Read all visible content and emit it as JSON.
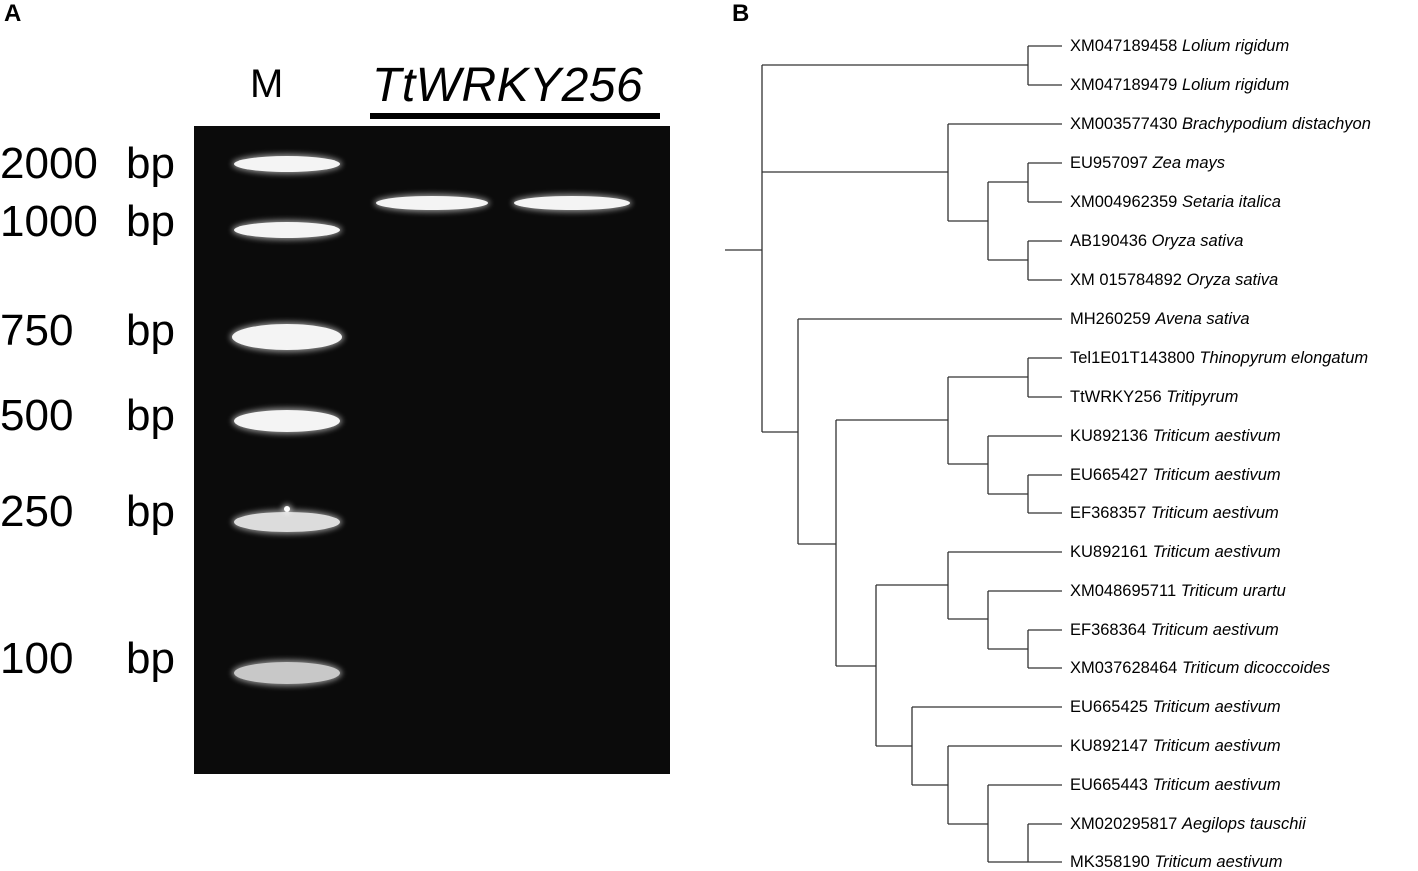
{
  "panel_a": {
    "letter": "A",
    "marker_lane_label": "M",
    "gene_label": "TtWRKY256",
    "markers": [
      {
        "num": "2000",
        "unit": "bp"
      },
      {
        "num": "1000",
        "unit": "bp"
      },
      {
        "num": "750",
        "unit": "bp"
      },
      {
        "num": "500",
        "unit": "bp"
      },
      {
        "num": "250",
        "unit": "bp"
      },
      {
        "num": "100",
        "unit": "bp"
      }
    ]
  },
  "panel_b": {
    "letter": "B",
    "leaves": [
      {
        "id": "XM047189458",
        "species": "Lolium rigidum"
      },
      {
        "id": "XM047189479",
        "species": "Lolium rigidum"
      },
      {
        "id": "XM003577430",
        "species": "Brachypodium distachyon"
      },
      {
        "id": "EU957097",
        "species": "Zea mays"
      },
      {
        "id": "XM004962359",
        "species": "Setaria italica"
      },
      {
        "id": "AB190436",
        "species": "Oryza sativa"
      },
      {
        "id": "XM 015784892",
        "species": "Oryza sativa"
      },
      {
        "id": "MH260259",
        "species": "Avena sativa"
      },
      {
        "id": "Tel1E01T143800",
        "species": "Thinopyrum elongatum"
      },
      {
        "id": "TtWRKY256",
        "species": "Tritipyrum"
      },
      {
        "id": "KU892136",
        "species": "Triticum aestivum"
      },
      {
        "id": "EU665427",
        "species": "Triticum aestivum"
      },
      {
        "id": "EF368357",
        "species": "Triticum aestivum"
      },
      {
        "id": "KU892161",
        "species": "Triticum aestivum"
      },
      {
        "id": "XM048695711",
        "species": "Triticum urartu"
      },
      {
        "id": "EF368364",
        "species": "Triticum aestivum"
      },
      {
        "id": "XM037628464",
        "species": "Triticum dicoccoides"
      },
      {
        "id": "EU665425",
        "species": "Triticum aestivum"
      },
      {
        "id": "KU892147",
        "species": "Triticum aestivum"
      },
      {
        "id": "EU665443",
        "species": "Triticum aestivum"
      },
      {
        "id": "XM020295817",
        "species": "Aegilops tauschii"
      },
      {
        "id": "MK358190",
        "species": "Triticum aestivum"
      }
    ]
  }
}
